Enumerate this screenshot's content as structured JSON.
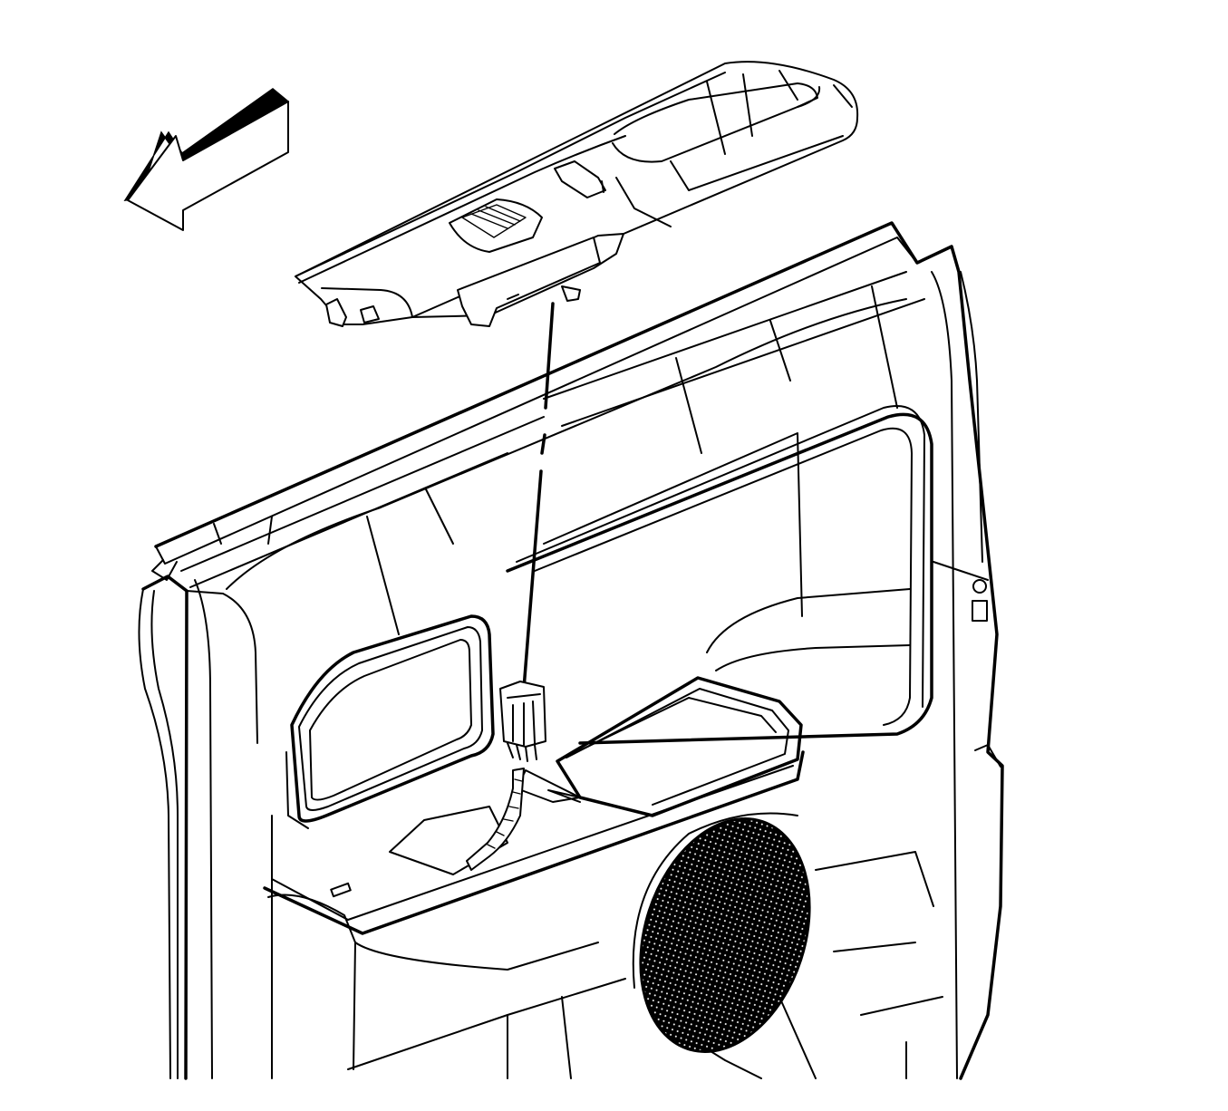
{
  "figure": {
    "background": "#ffffff",
    "line_color": "#000000",
    "components": [
      {
        "id": "direction-arrow",
        "icon": "arrow-icon"
      },
      {
        "id": "window-switch-bezel"
      },
      {
        "id": "wiring-harness-connector"
      },
      {
        "id": "door-trim-panel"
      },
      {
        "id": "speaker-grille"
      }
    ]
  }
}
